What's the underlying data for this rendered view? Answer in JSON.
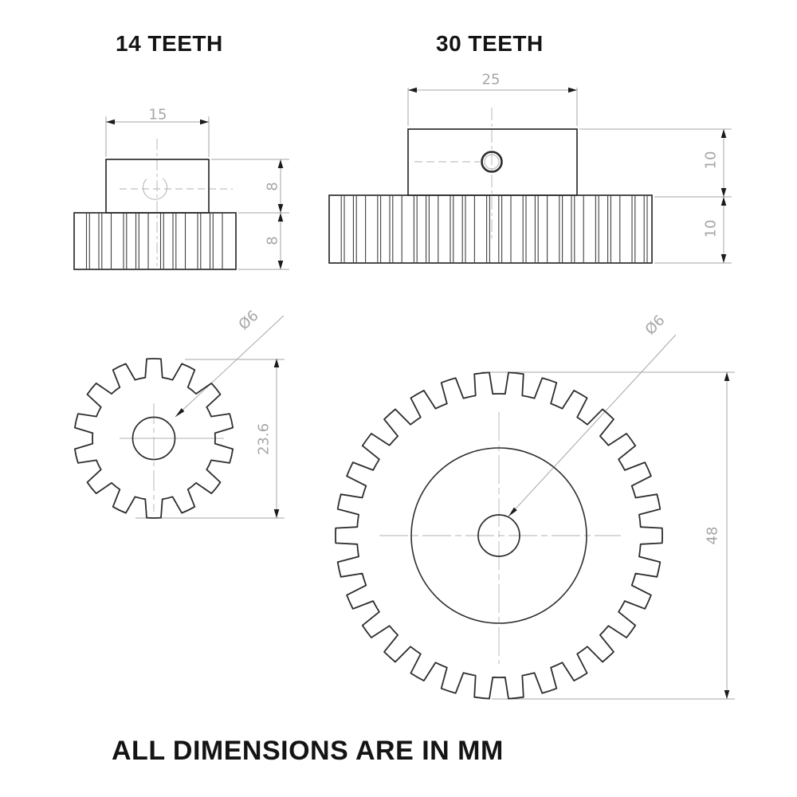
{
  "titles": {
    "left": "14 TEETH",
    "right": "30 TEETH"
  },
  "footer": "ALL DIMENSIONS ARE IN MM",
  "colors": {
    "outline": "#2d2d2d",
    "tooth_line": "#3f3f3f",
    "dim_line": "#a6a6a6",
    "center_line": "#b2b2b2",
    "dim_text": "#a6a6a6",
    "arrow": "#1b1b1b",
    "text": "#141414"
  },
  "small_gear": {
    "label": "14 TEETH",
    "teeth": 14,
    "hub_width_mm": "15",
    "hub_height_mm": "8",
    "face_width_mm": "8",
    "bore_diameter": "Ø6",
    "outside_diameter_mm": "23.6"
  },
  "large_gear": {
    "label": "30 TEETH",
    "teeth": 30,
    "hub_width_mm": "25",
    "hub_height_mm": "10",
    "face_width_mm": "10",
    "bore_diameter": "Ø6",
    "outside_diameter_mm": "48"
  }
}
